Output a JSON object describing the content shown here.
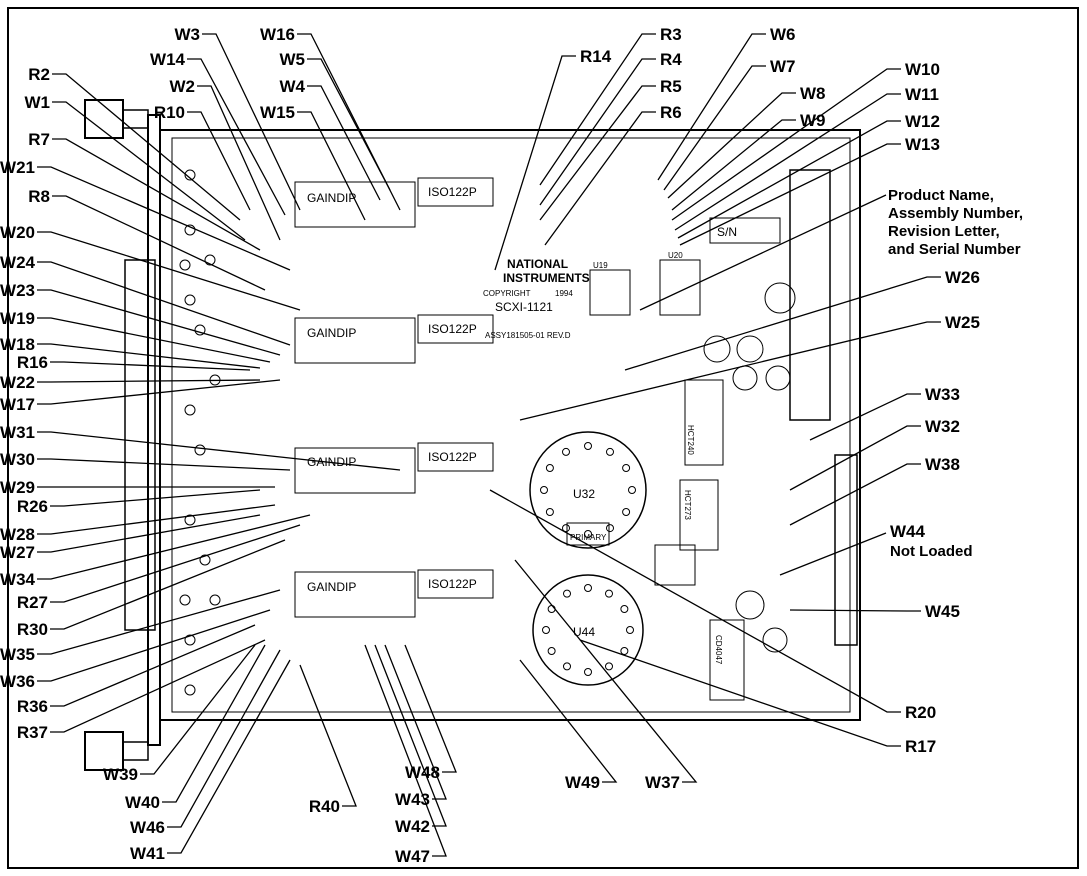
{
  "board": {
    "product": "SCXI-1121",
    "brand_line1": "NATIONAL",
    "brand_line2": "INSTRUMENTS",
    "copyright": "COPYRIGHT",
    "copyright_year": "1994",
    "assembly": "ASSY181505-01 REV.D",
    "gain_label": "GAINDIP",
    "iso_label": "ISO122P",
    "sn_label": "S/N",
    "primary_label": "PRIMARY",
    "u32": "U32",
    "u44": "U44",
    "hct273": "HCT273",
    "hct240": "HCT240",
    "cd4047": "CD4047",
    "u19": "U19",
    "u20": "U20"
  },
  "notes": {
    "product_line1": "Product Name,",
    "product_line2": "Assembly Number,",
    "product_line3": "Revision Letter,",
    "product_line4": "and Serial Number",
    "w44_line1": "W44",
    "w44_line2": "Not Loaded"
  },
  "callouts": [
    {
      "id": "W3",
      "text": "W3"
    },
    {
      "id": "W16",
      "text": "W16"
    },
    {
      "id": "W14",
      "text": "W14"
    },
    {
      "id": "W5",
      "text": "W5"
    },
    {
      "id": "W2",
      "text": "W2"
    },
    {
      "id": "W4",
      "text": "W4"
    },
    {
      "id": "R10",
      "text": "R10"
    },
    {
      "id": "W15",
      "text": "W15"
    },
    {
      "id": "R2",
      "text": "R2"
    },
    {
      "id": "W1",
      "text": "W1"
    },
    {
      "id": "R7",
      "text": "R7"
    },
    {
      "id": "W21",
      "text": "W21"
    },
    {
      "id": "R8",
      "text": "R8"
    },
    {
      "id": "W20",
      "text": "W20"
    },
    {
      "id": "W24",
      "text": "W24"
    },
    {
      "id": "W23",
      "text": "W23"
    },
    {
      "id": "W19",
      "text": "W19"
    },
    {
      "id": "W18",
      "text": "W18"
    },
    {
      "id": "R16",
      "text": "R16"
    },
    {
      "id": "W22",
      "text": "W22"
    },
    {
      "id": "W17",
      "text": "W17"
    },
    {
      "id": "W31",
      "text": "W31"
    },
    {
      "id": "W30",
      "text": "W30"
    },
    {
      "id": "W29",
      "text": "W29"
    },
    {
      "id": "R26",
      "text": "R26"
    },
    {
      "id": "W28",
      "text": "W28"
    },
    {
      "id": "W27",
      "text": "W27"
    },
    {
      "id": "W34",
      "text": "W34"
    },
    {
      "id": "R27",
      "text": "R27"
    },
    {
      "id": "R30",
      "text": "R30"
    },
    {
      "id": "W35",
      "text": "W35"
    },
    {
      "id": "W36",
      "text": "W36"
    },
    {
      "id": "R36",
      "text": "R36"
    },
    {
      "id": "R37",
      "text": "R37"
    },
    {
      "id": "R14",
      "text": "R14"
    },
    {
      "id": "R3",
      "text": "R3"
    },
    {
      "id": "R4",
      "text": "R4"
    },
    {
      "id": "R5",
      "text": "R5"
    },
    {
      "id": "R6",
      "text": "R6"
    },
    {
      "id": "W6",
      "text": "W6"
    },
    {
      "id": "W7",
      "text": "W7"
    },
    {
      "id": "W8",
      "text": "W8"
    },
    {
      "id": "W9",
      "text": "W9"
    },
    {
      "id": "W10",
      "text": "W10"
    },
    {
      "id": "W11",
      "text": "W11"
    },
    {
      "id": "W12",
      "text": "W12"
    },
    {
      "id": "W13",
      "text": "W13"
    },
    {
      "id": "W26",
      "text": "W26"
    },
    {
      "id": "W25",
      "text": "W25"
    },
    {
      "id": "W33",
      "text": "W33"
    },
    {
      "id": "W32",
      "text": "W32"
    },
    {
      "id": "W38",
      "text": "W38"
    },
    {
      "id": "W45",
      "text": "W45"
    },
    {
      "id": "R20",
      "text": "R20"
    },
    {
      "id": "R17",
      "text": "R17"
    },
    {
      "id": "W39",
      "text": "W39"
    },
    {
      "id": "W40",
      "text": "W40"
    },
    {
      "id": "W46",
      "text": "W46"
    },
    {
      "id": "W41",
      "text": "W41"
    },
    {
      "id": "R40",
      "text": "R40"
    },
    {
      "id": "W47",
      "text": "W47"
    },
    {
      "id": "W42",
      "text": "W42"
    },
    {
      "id": "W43",
      "text": "W43"
    },
    {
      "id": "W48",
      "text": "W48"
    },
    {
      "id": "W49",
      "text": "W49"
    },
    {
      "id": "W37",
      "text": "W37"
    }
  ]
}
